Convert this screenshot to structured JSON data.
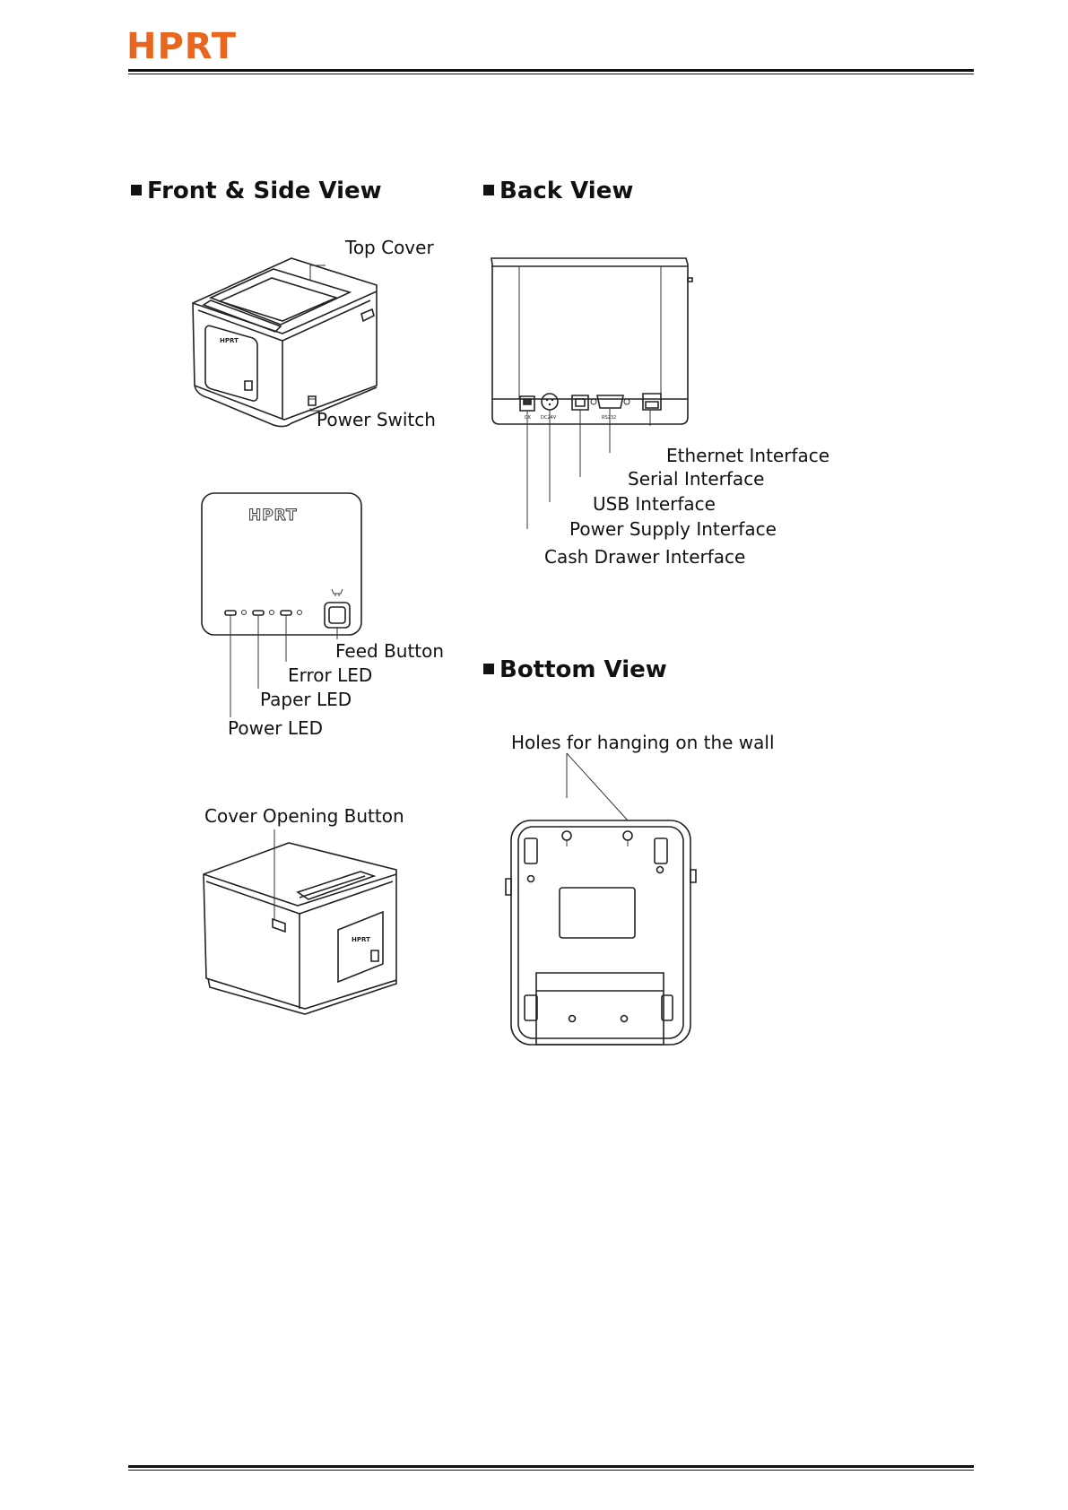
{
  "header": {
    "brand": "HPRT"
  },
  "sections": {
    "front_side": {
      "title": "Front & Side View"
    },
    "back": {
      "title": "Back View"
    },
    "bottom": {
      "title": "Bottom View"
    }
  },
  "labels": {
    "top_cover": "Top Cover",
    "power_switch": "Power Switch",
    "feed_button": "Feed Button",
    "error_led": "Error LED",
    "paper_led": "Paper LED",
    "power_led": "Power LED",
    "cover_opening_button": "Cover Opening Button",
    "ethernet_interface": "Ethernet Interface",
    "serial_interface": "Serial Interface",
    "usb_interface": "USB Interface",
    "power_supply_interface": "Power Supply Interface",
    "cash_drawer_interface": "Cash Drawer Interface",
    "holes_for_hanging": "Holes for hanging on the wall"
  },
  "figure_text": {
    "panel_logo": "HPRT",
    "port_dk": "DK",
    "port_dc": "DC24V",
    "port_rs232": "RS232"
  },
  "colors": {
    "brand": "#e8661e",
    "ink": "#111111"
  }
}
